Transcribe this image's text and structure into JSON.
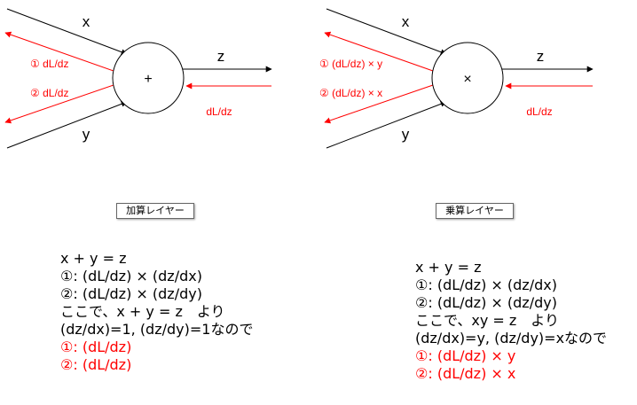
{
  "add": {
    "x": "x",
    "y": "y",
    "z": "z",
    "op": "+",
    "grad_out": "dL/dz",
    "grad1": "① dL/dz",
    "grad2": "② dL/dz",
    "badge": "加算レイヤー",
    "lines": [
      "x + y = z",
      "①: (dL/dz) × (dz/dx)",
      "②: (dL/dz) × (dz/dy)",
      "ここで、x + y = z　より",
      "(dz/dx)=1, (dz/dy)=1なので",
      "①: (dL/dz)",
      "②: (dL/dz)"
    ]
  },
  "mul": {
    "x": "x",
    "y": "y",
    "z": "z",
    "op": "×",
    "grad_out": "dL/dz",
    "grad1": "① (dL/dz) × y",
    "grad2": "② (dL/dz) × x",
    "badge": "乗算レイヤー",
    "lines": [
      "x + y = z",
      "①: (dL/dz) × (dz/dx)",
      "②: (dL/dz) × (dz/dy)",
      "ここで、xy = z　より",
      "(dz/dx)=y, (dz/dy)=xなので",
      "①: (dL/dz) × y",
      "②: (dL/dz) × x"
    ]
  },
  "colors": {
    "forward": "#000000",
    "backward": "#ff0000"
  }
}
